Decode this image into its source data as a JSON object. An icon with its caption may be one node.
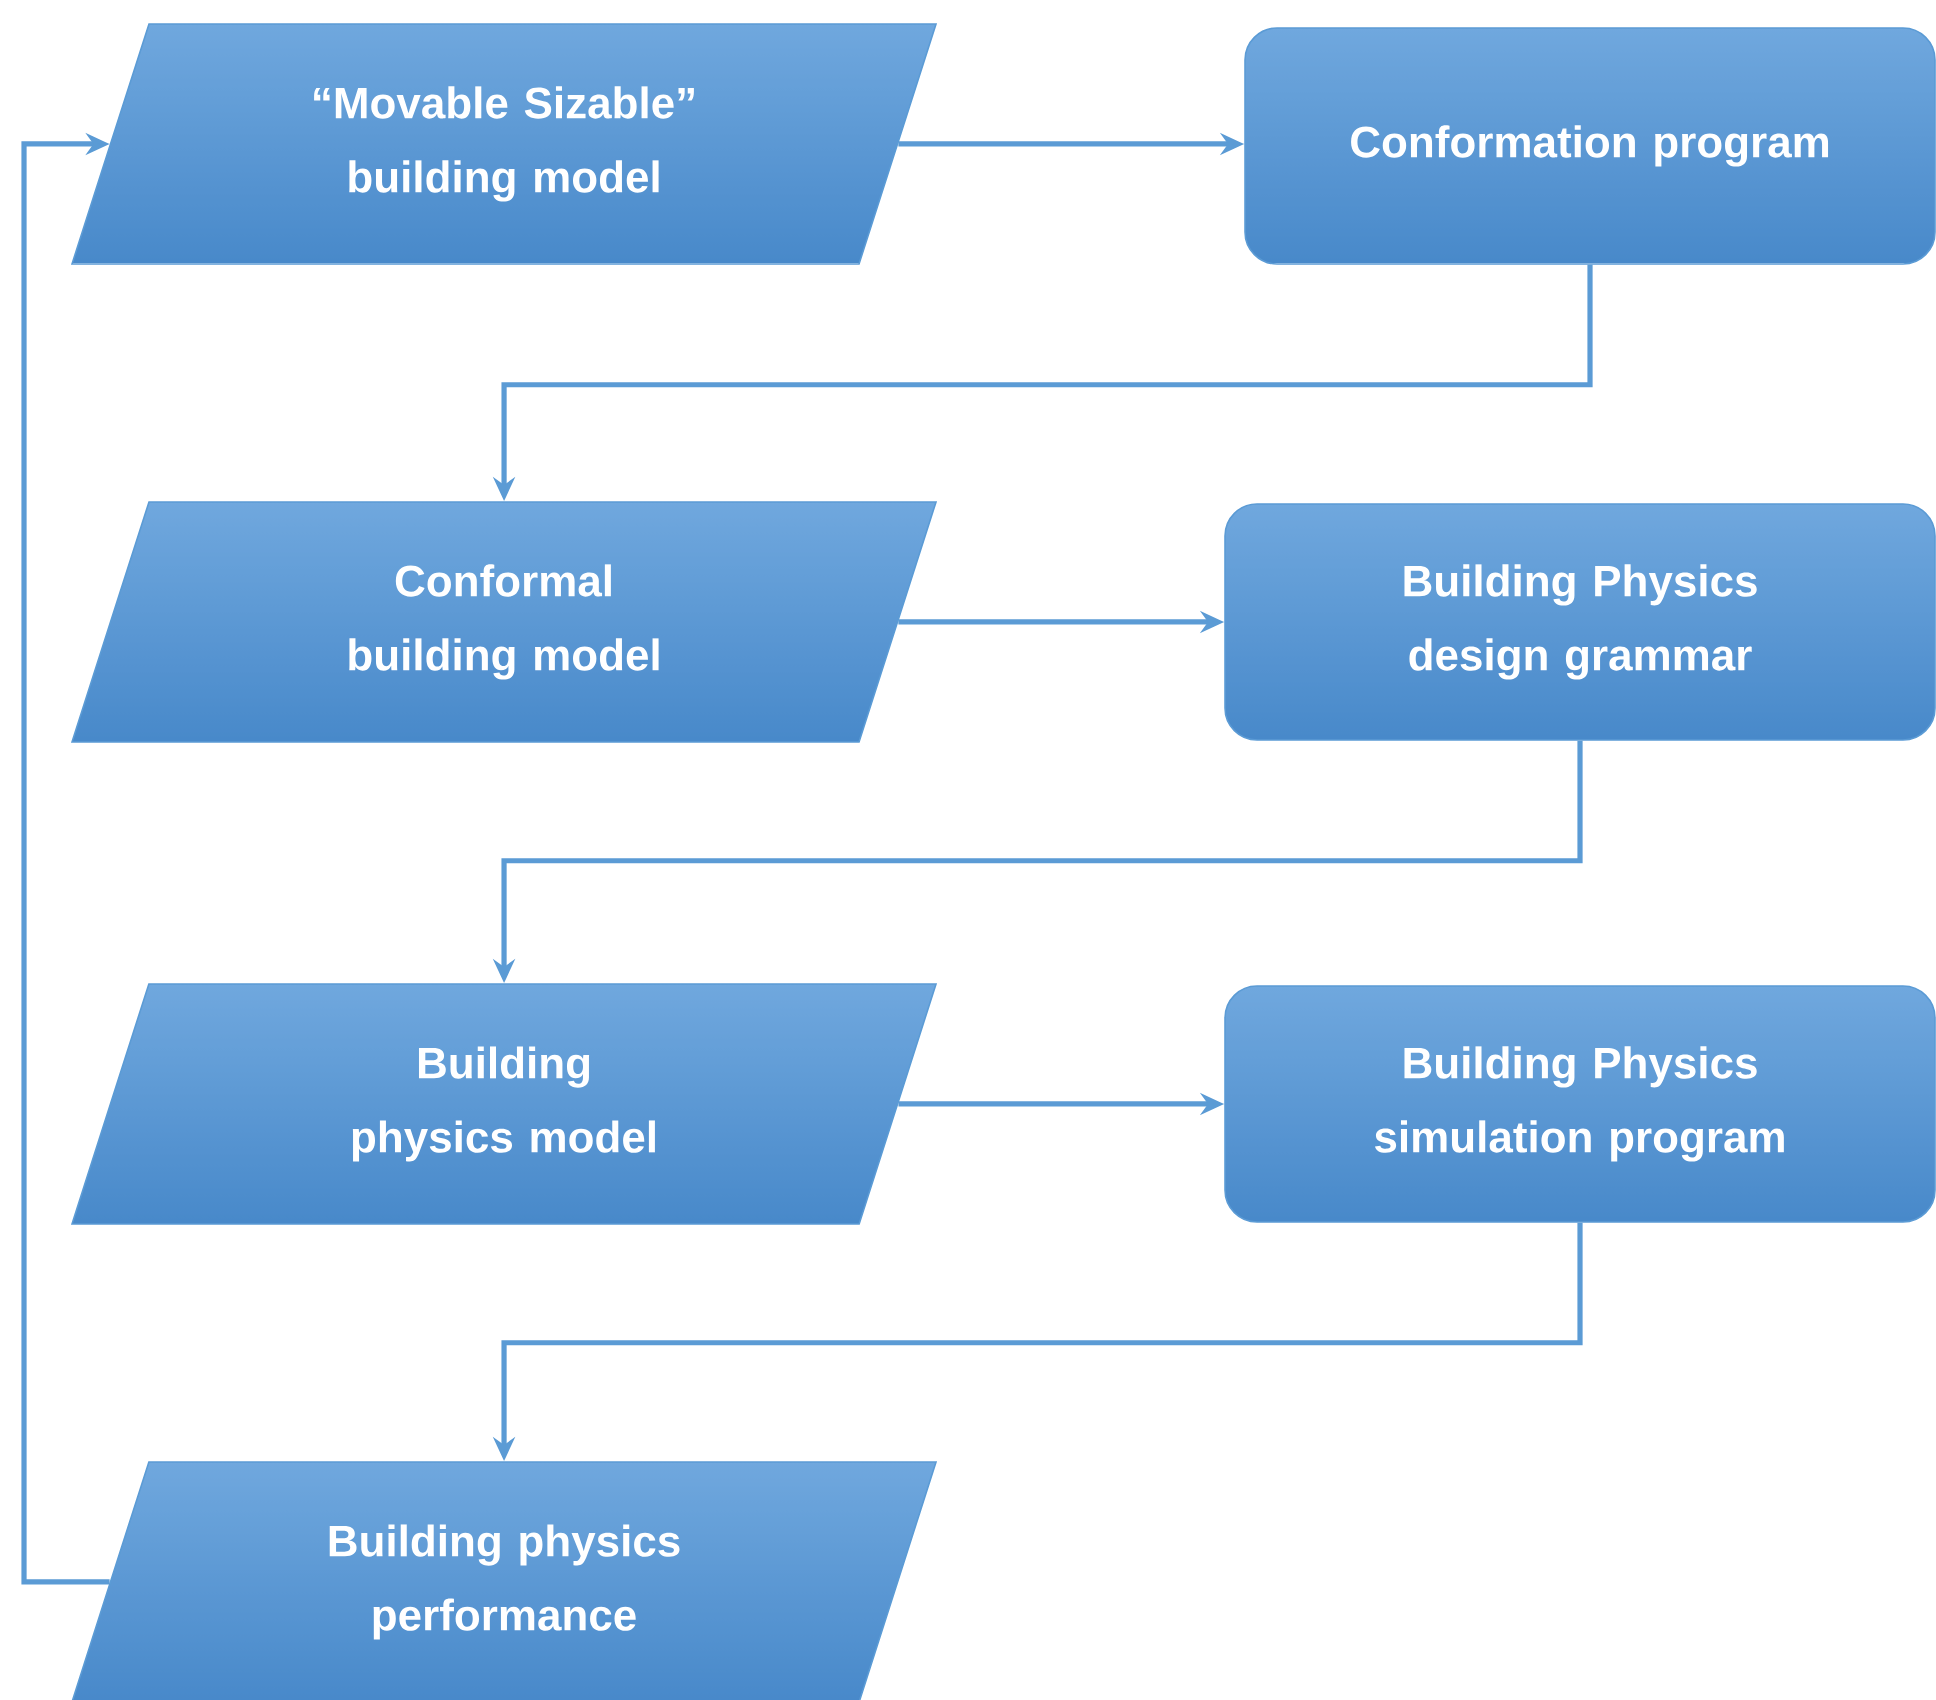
{
  "diagram": {
    "nodes": [
      {
        "text": [
          "“Movable Sizable” building model"
        ]
      },
      {
        "text": [
          "Conformation program"
        ]
      },
      {
        "text": [
          "Conformal building model"
        ]
      },
      {
        "text": [
          "Building Physics design grammar"
        ]
      },
      {
        "text": [
          "Building physics model"
        ]
      },
      {
        "text": [
          "Building Physics simulation program"
        ]
      },
      {
        "text": [
          "Building physics performance"
        ]
      }
    ],
    "edges": [
      {
        "from": 0,
        "to": 1,
        "arrow": "to"
      },
      {
        "from": 1,
        "to": 2,
        "arrow": "to"
      },
      {
        "from": 2,
        "to": 3,
        "arrow": "to"
      },
      {
        "from": 3,
        "to": 4,
        "arrow": "to"
      },
      {
        "from": 4,
        "to": 5,
        "arrow": "to"
      },
      {
        "from": 5,
        "to": 6,
        "arrow": "to"
      },
      {
        "from": 6,
        "to": 0,
        "arrow": "to"
      }
    ]
  }
}
